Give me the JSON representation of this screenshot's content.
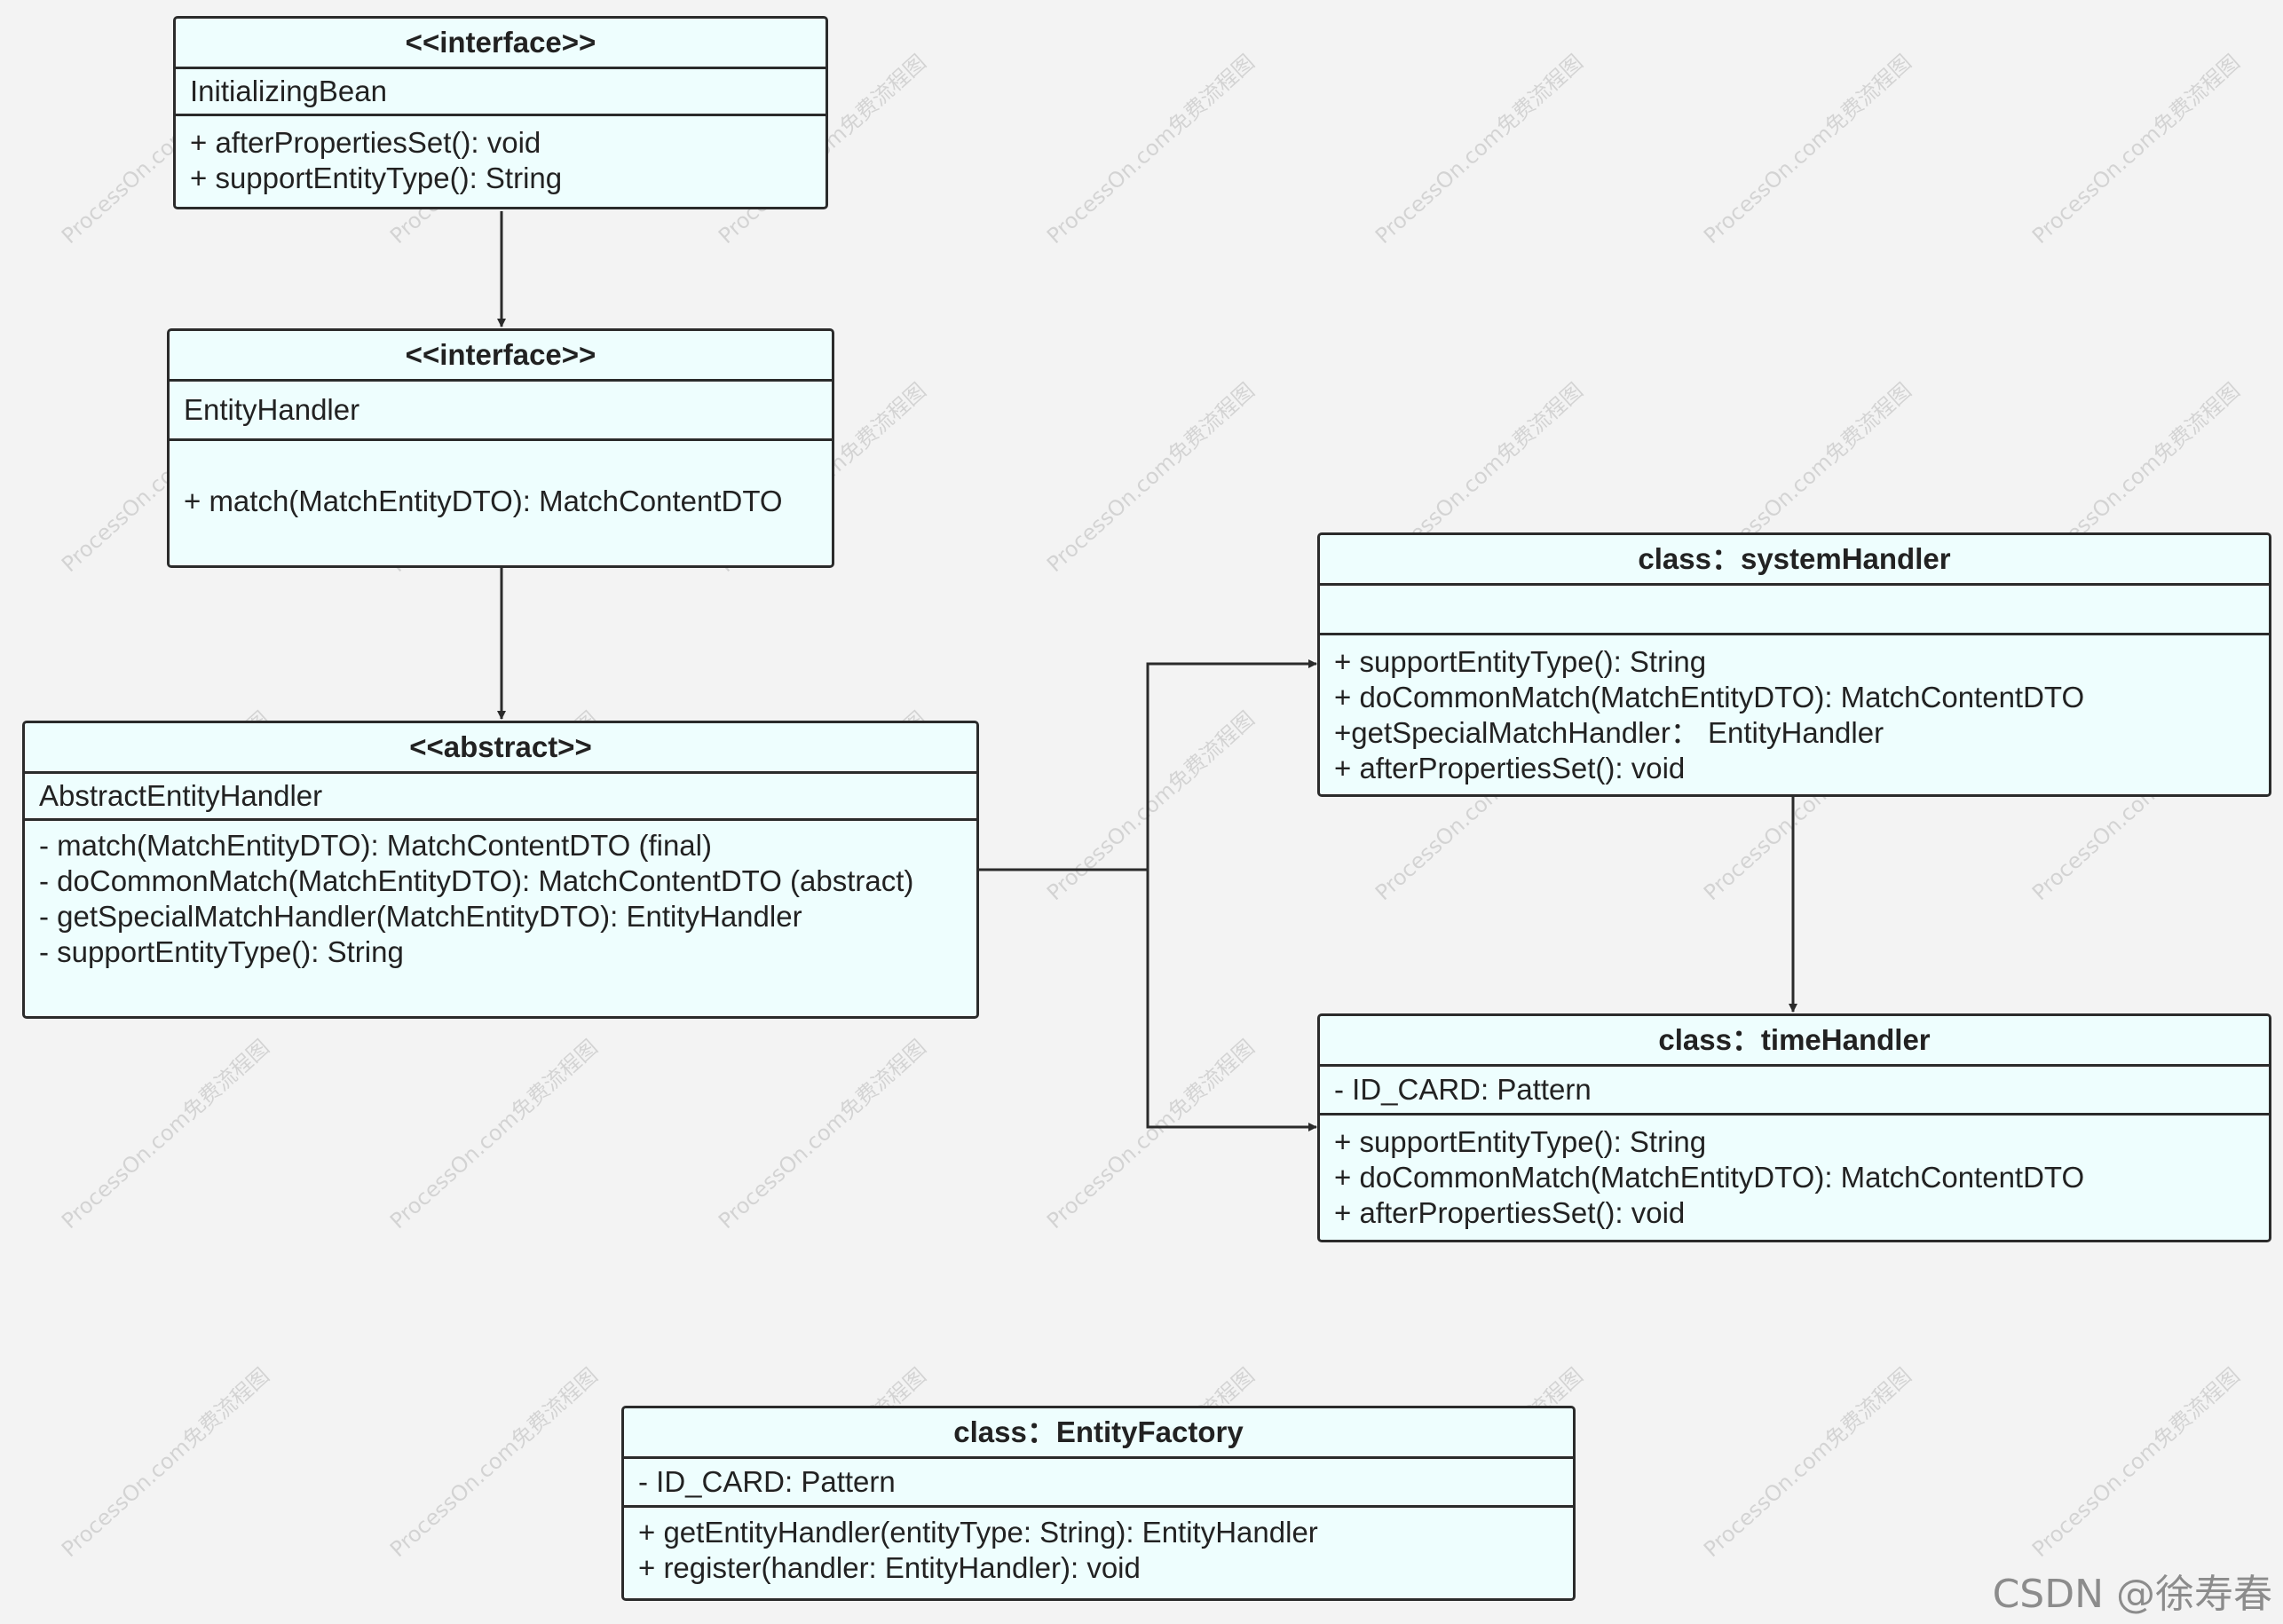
{
  "watermark_text": "ProcessOn.com免费流程图",
  "footer_credit": "CSDN @徐寿春",
  "colors": {
    "box_fill": "#eefefe",
    "border": "#2b2b2b",
    "background": "#f3f3f3"
  },
  "boxes": {
    "initializing_bean": {
      "stereotype": "<<interface>>",
      "name": "InitializingBean",
      "methods": [
        "+ afterPropertiesSet(): void",
        "+ supportEntityType(): String"
      ]
    },
    "entity_handler": {
      "stereotype": "<<interface>>",
      "name": "EntityHandler",
      "methods": [
        "+ match(MatchEntityDTO): MatchContentDTO"
      ]
    },
    "abstract_entity_handler": {
      "stereotype": "<<abstract>>",
      "name": "AbstractEntityHandler",
      "methods": [
        "- match(MatchEntityDTO): MatchContentDTO (final)",
        "- doCommonMatch(MatchEntityDTO): MatchContentDTO (abstract)",
        "- getSpecialMatchHandler(MatchEntityDTO): EntityHandler",
        "- supportEntityType(): String"
      ]
    },
    "system_handler": {
      "title": "class：systemHandler",
      "attributes": [],
      "methods": [
        "+ supportEntityType(): String",
        "+ doCommonMatch(MatchEntityDTO): MatchContentDTO",
        "+getSpecialMatchHandler：  EntityHandler",
        "+ afterPropertiesSet(): void"
      ]
    },
    "time_handler": {
      "title": "class：timeHandler",
      "attributes": [
        "- ID_CARD: Pattern"
      ],
      "methods": [
        "+ supportEntityType(): String",
        "+ doCommonMatch(MatchEntityDTO): MatchContentDTO",
        "+ afterPropertiesSet(): void"
      ]
    },
    "entity_factory": {
      "title": "class：EntityFactory",
      "attributes": [
        "- ID_CARD: Pattern"
      ],
      "methods": [
        "+ getEntityHandler(entityType: String): EntityHandler",
        "+ register(handler: EntityHandler): void"
      ]
    }
  }
}
